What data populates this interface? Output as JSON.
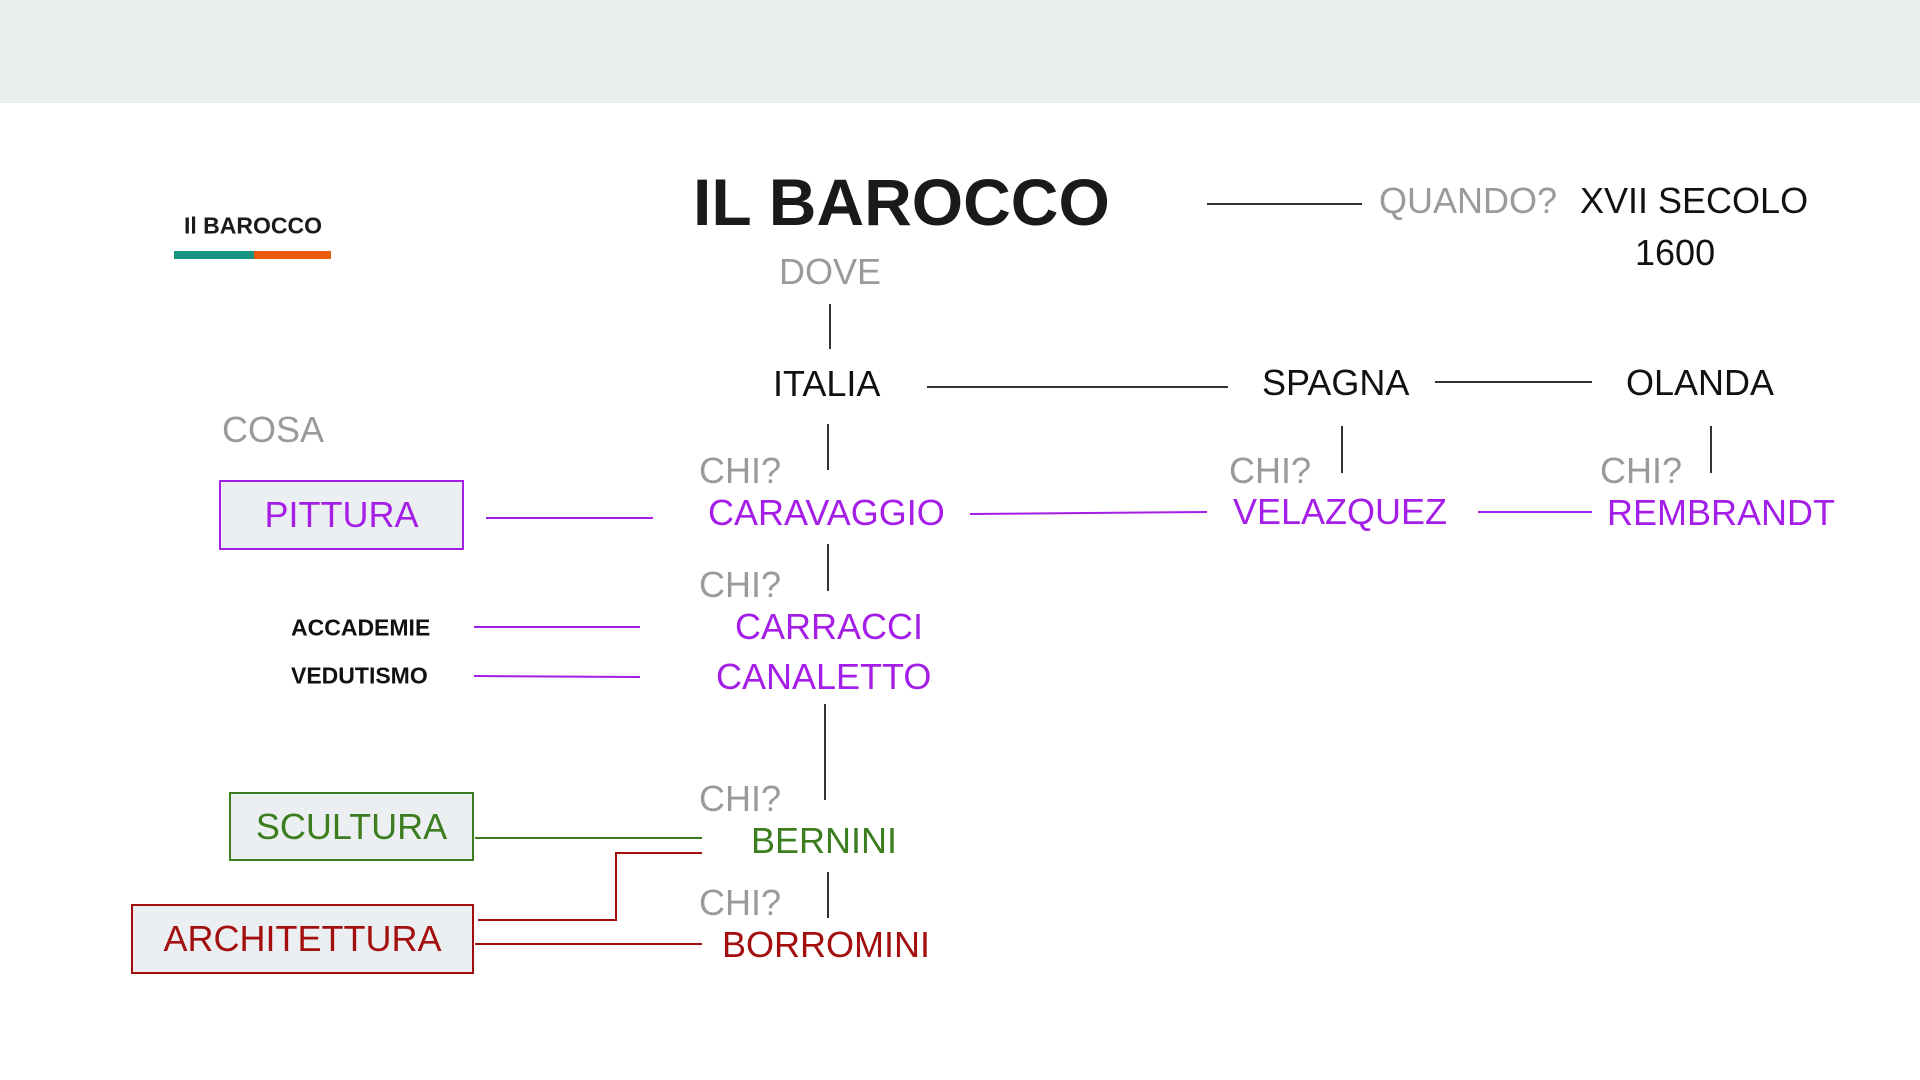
{
  "header": {
    "logo_label": "Il BAROCCO",
    "title": "IL BAROCCO"
  },
  "colors": {
    "teal": "#16947f",
    "orange": "#e85a0a",
    "purple": "#a51ee8",
    "green": "#3b7d1f",
    "red": "#a30f0f",
    "gray": "#9a9a9a"
  },
  "when": {
    "label": "QUANDO?",
    "century": "XVII SECOLO",
    "year": "1600"
  },
  "where": {
    "label": "DOVE",
    "countries": [
      "ITALIA",
      "SPAGNA",
      "OLANDA"
    ]
  },
  "what": {
    "label": "COSA",
    "categories": [
      "PITTURA",
      "SCULTURA",
      "ARCHITETTURA"
    ],
    "movements": [
      "ACCADEMIE",
      "VEDUTISMO"
    ]
  },
  "who": {
    "label": "CHI?",
    "artists": [
      "CARAVAGGIO",
      "VELAZQUEZ",
      "REMBRANDT",
      "CARRACCI",
      "CANALETTO",
      "BERNINI",
      "BORROMINI"
    ]
  }
}
